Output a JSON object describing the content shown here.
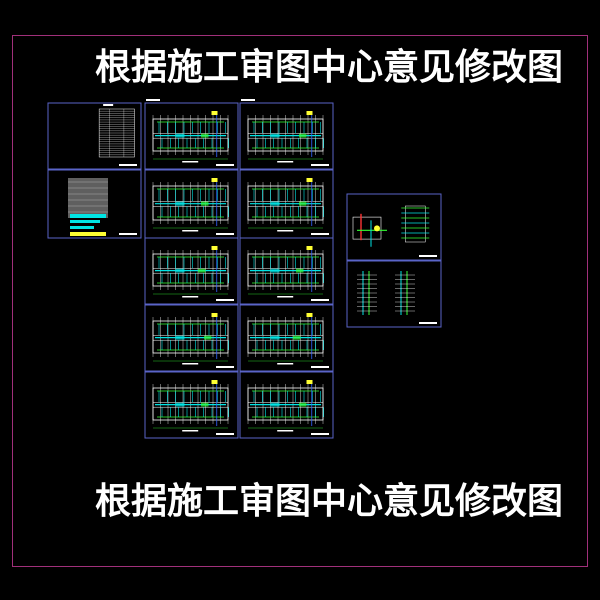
{
  "header": {
    "caption": "根据施工审图中心意见修改图"
  },
  "footer": {
    "caption": "根据施工审图中心意见修改图"
  },
  "colors": {
    "background": "#000000",
    "frame": "#a0307a",
    "sheet_border": "#5a64c8",
    "wall": "#ffffff",
    "pipe_cyan": "#00e5e5",
    "pipe_green": "#33ff33",
    "pipe_yellow": "#ffff33",
    "pipe_red": "#ff3333",
    "pipe_blue": "#3366ff"
  },
  "sheets": [
    {
      "kind": "cover-table"
    },
    {
      "kind": "floor-plan"
    },
    {
      "kind": "floor-plan"
    },
    {
      "kind": "legend"
    },
    {
      "kind": "floor-plan"
    },
    {
      "kind": "floor-plan"
    },
    {
      "kind": "floor-plan"
    },
    {
      "kind": "floor-plan"
    },
    {
      "kind": "floor-plan"
    },
    {
      "kind": "floor-plan"
    },
    {
      "kind": "floor-plan"
    },
    {
      "kind": "floor-plan"
    },
    {
      "kind": "detail"
    },
    {
      "kind": "riser"
    }
  ]
}
